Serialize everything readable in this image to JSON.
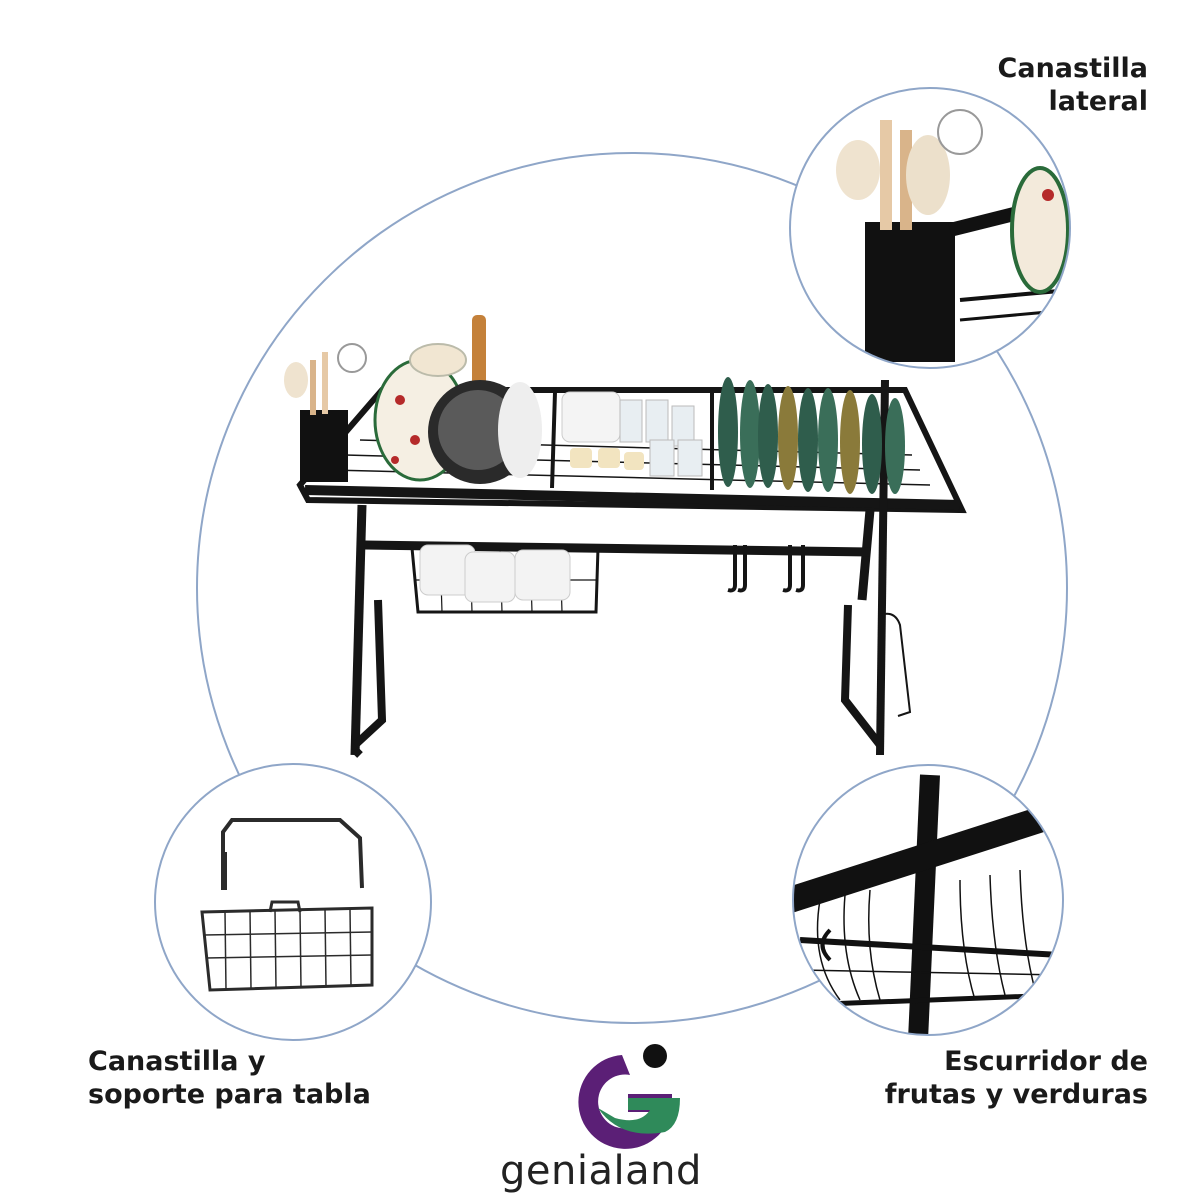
{
  "labels": {
    "side_basket": [
      "Canastilla",
      "lateral"
    ],
    "basket_board": [
      "Canastilla y",
      "soporte para tabla"
    ],
    "fruit_drainer": [
      "Escurridor de",
      "frutas y verduras"
    ]
  },
  "brand": {
    "name": "genialand",
    "colors": {
      "purple": "#5b1f76",
      "green": "#2f8a5a",
      "black": "#111111"
    }
  },
  "colors": {
    "circle_stroke": "#8fa6c8",
    "rack": "#151515"
  }
}
